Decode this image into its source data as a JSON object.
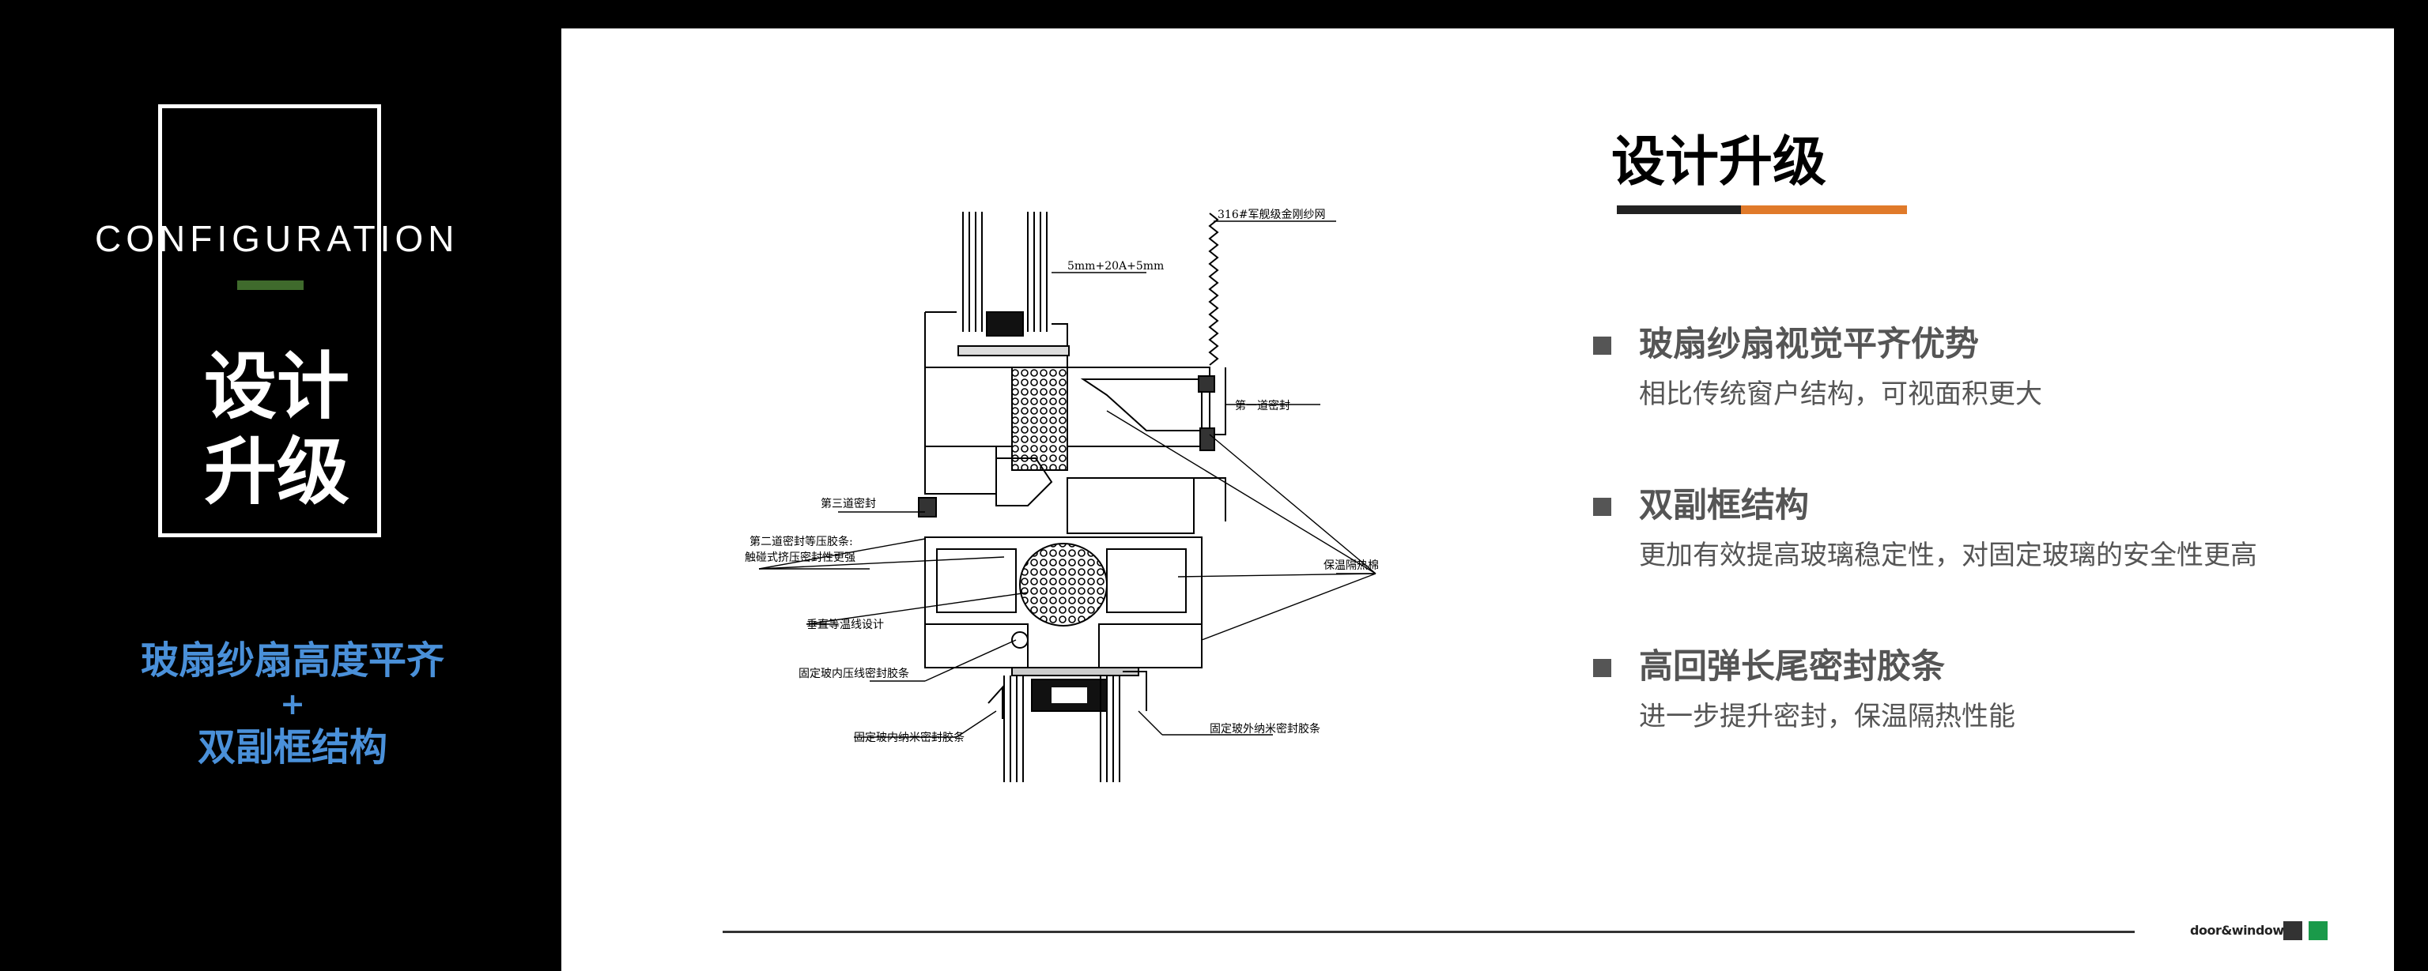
{
  "sidebar": {
    "config_label": "CONFIGURATION",
    "title_line1": "设计",
    "title_line2": "升级",
    "highlight_line1": "玻扇纱扇高度平齐",
    "highlight_plus": "+",
    "highlight_line2": "双副框结构"
  },
  "diagram": {
    "labels": {
      "mesh": "316#军舰级金刚纱网",
      "glass": "5mm+20A+5mm",
      "seal1": "第一道密封",
      "seal3": "第三道密封",
      "seal2_a": "第二道密封等压胶条:",
      "seal2_b": "触碰式挤压密封性更强",
      "insulation": "保温隔热棉",
      "vertical": "垂直等温线设计",
      "inner_press": "固定玻内压线密封胶条",
      "inner_nano": "固定玻内纳米密封胶条",
      "outer_nano": "固定玻外纳米密封胶条"
    }
  },
  "content": {
    "heading": "设计升级",
    "items": [
      {
        "title": "玻扇纱扇视觉平齐优势",
        "desc": "相比传统窗户结构，可视面积更大"
      },
      {
        "title": "双副框结构",
        "desc": "更加有效提高玻璃稳定性，对固定玻璃的安全性更高"
      },
      {
        "title": "高回弹长尾密封胶条",
        "desc": "进一步提升密封，保温隔热性能"
      }
    ]
  },
  "footer": {
    "brand": "door&window"
  },
  "colors": {
    "accent_blue": "#4a90d9",
    "accent_orange": "#e07a2a",
    "accent_green": "#1a9a4a",
    "config_bar_green": "#3f6a2c"
  }
}
